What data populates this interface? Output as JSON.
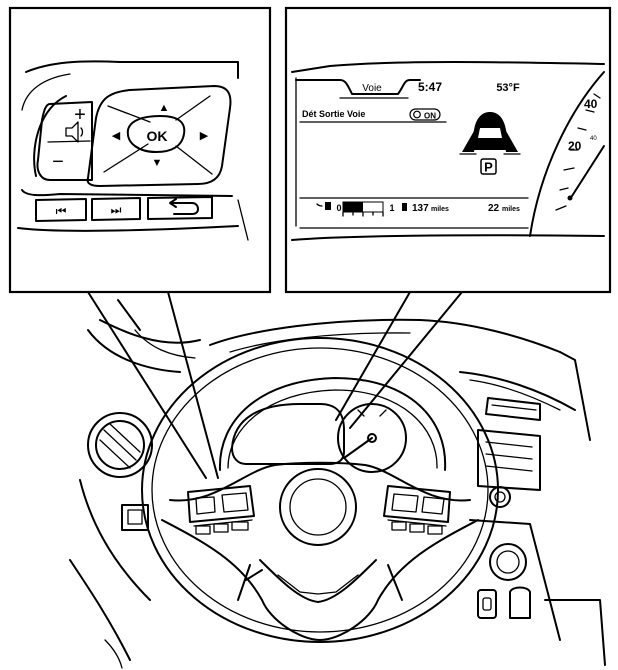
{
  "controls": {
    "plus": "+",
    "minus": "−",
    "up": "▲",
    "down": "▼",
    "left": "◀",
    "right": "▶",
    "ok": "OK",
    "prev": "⏮",
    "next": "⏭",
    "back": "⮌"
  },
  "display": {
    "menu_label": "Voie",
    "time": "5:47",
    "temperature": "53°F",
    "setting_label": "Dét Sortie Voie",
    "setting_value": "ON",
    "gear": "P",
    "fuel_empty": "0",
    "fuel_full": "1",
    "range": "137",
    "range_unit": "miles",
    "trip": "22",
    "trip_unit": "miles",
    "speed_40": "40",
    "speed_20": "20",
    "speed_small_40": "40"
  },
  "icons": {
    "volume": "speaker-icon",
    "car": "car-top-icon",
    "fuel": "fuel-pump-icon"
  }
}
